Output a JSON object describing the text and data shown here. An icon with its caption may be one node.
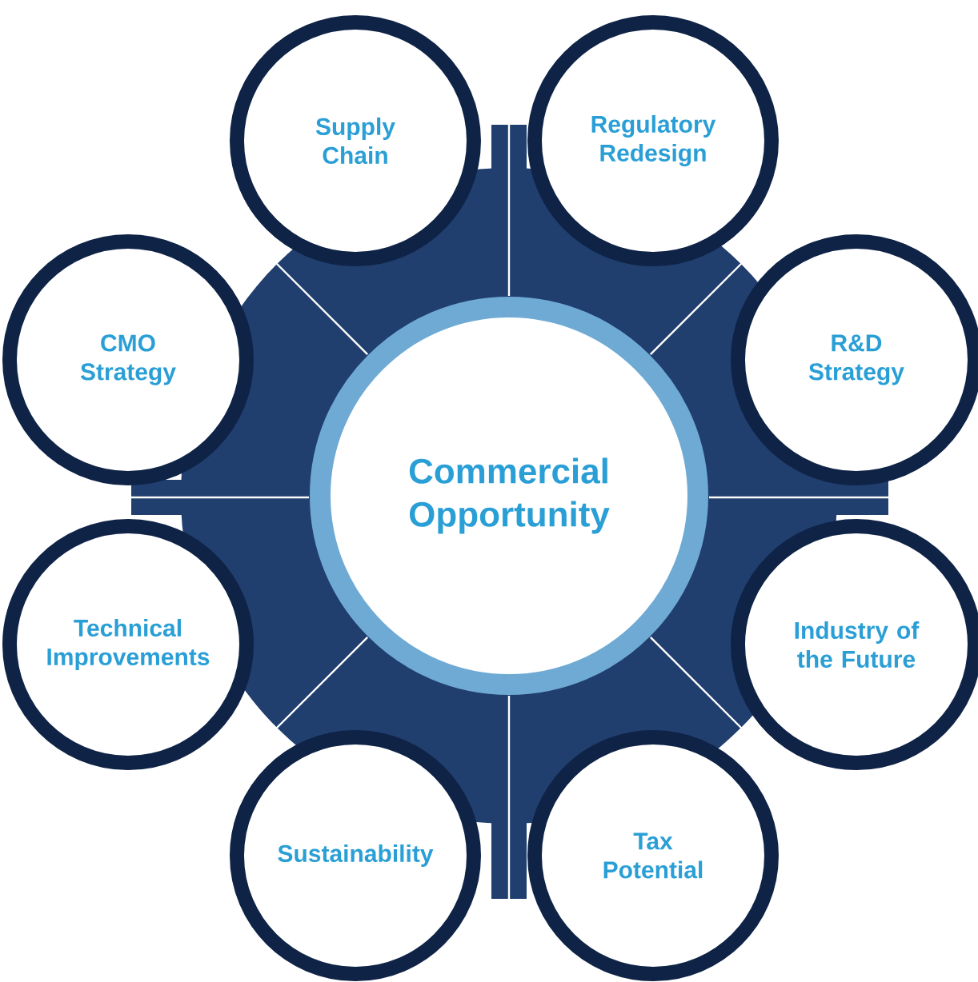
{
  "diagram": {
    "nodes": [
      {
        "text": [
          "Supply Chain"
        ]
      },
      {
        "text": [
          "Regulatory Redesign"
        ]
      },
      {
        "text": [
          "CMO Strategy"
        ]
      },
      {
        "text": [
          "R&D Strategy"
        ]
      },
      {
        "text": [
          "Commercial Opportunity"
        ]
      },
      {
        "text": [
          "Technical Improvements"
        ]
      },
      {
        "text": [
          "Industry of the Future"
        ]
      },
      {
        "text": [
          "Sustainability"
        ]
      },
      {
        "text": [
          "Tax Potential"
        ]
      }
    ]
  }
}
